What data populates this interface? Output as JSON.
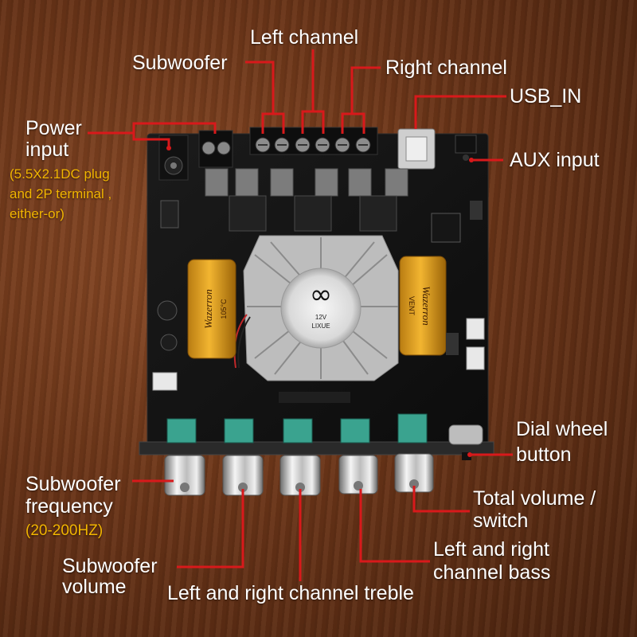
{
  "labels": {
    "left_channel": "Left channel",
    "subwoofer": "Subwoofer",
    "right_channel": "Right channel",
    "usb_in": "USB_IN",
    "power_input_line1": "Power",
    "power_input_line2": "input",
    "power_input_note_line1": "(5.5X2.1DC plug",
    "power_input_note_line2": "and 2P terminal ,",
    "power_input_note_line3": "either-or)",
    "aux_input": "AUX input",
    "dial_wheel_line1": "Dial wheel",
    "dial_wheel_line2": "button",
    "sub_freq_line1": "Subwoofer",
    "sub_freq_line2": "frequency",
    "sub_freq_note": "(20-200HZ)",
    "total_volume_line1": "Total volume /",
    "total_volume_line2": "switch",
    "lr_bass_line1": "Left and right",
    "lr_bass_line2": "channel bass",
    "sub_volume_line1": "Subwoofer",
    "sub_volume_line2": "volume",
    "lr_treble": "Left and right channel treble"
  },
  "board_text": {
    "fan_voltage": "12V",
    "fan_brand": "LIXUE",
    "capacitor_brand": "Wazerron",
    "capacitor_rating": "VENT",
    "capacitor_temp": "105°C"
  },
  "colors": {
    "callout_line": "#d8191b",
    "note_text": "#f2b500",
    "label_text": "#ffffff"
  }
}
